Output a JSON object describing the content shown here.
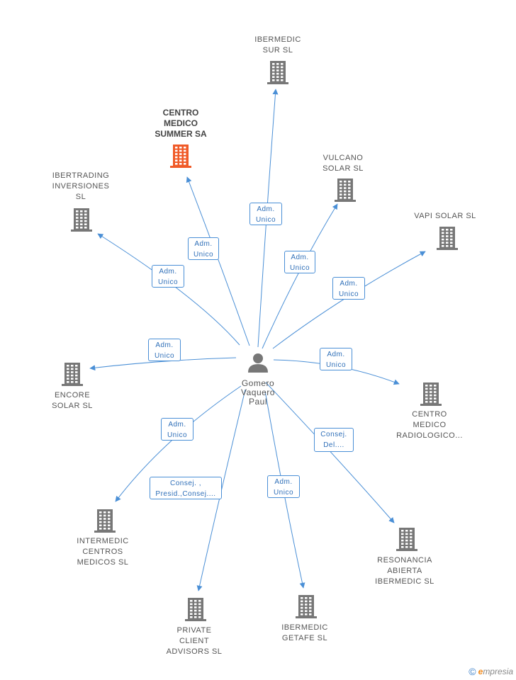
{
  "center": {
    "label": "Gomero\nVaquero\nPaul"
  },
  "colors": {
    "edge": "#4a8fd6",
    "building": "#777777",
    "highlight": "#f05a28",
    "person": "#777777"
  },
  "nodes": [
    {
      "id": "ibermedic-sur",
      "label": "IBERMEDIC\nSUR SL",
      "highlight": false,
      "edge_label": "Adm.\nUnico"
    },
    {
      "id": "centro-medico-summer",
      "label": "CENTRO\nMEDICO\nSUMMER SA",
      "highlight": true,
      "edge_label": "Adm.\nUnico"
    },
    {
      "id": "vulcano-solar",
      "label": "VULCANO\nSOLAR SL",
      "highlight": false,
      "edge_label": "Adm.\nUnico"
    },
    {
      "id": "ibertrading",
      "label": "IBERTRADING\nINVERSIONES\nSL",
      "highlight": false,
      "edge_label": "Adm.\nUnico"
    },
    {
      "id": "vapi-solar",
      "label": "VAPI SOLAR SL",
      "highlight": false,
      "edge_label": "Adm.\nUnico"
    },
    {
      "id": "encore-solar",
      "label": "ENCORE\nSOLAR SL",
      "highlight": false,
      "edge_label": "Adm.\nUnico"
    },
    {
      "id": "centro-medico-radiologico",
      "label": "CENTRO\nMEDICO\nRADIOLOGICO...",
      "highlight": false,
      "edge_label": "Adm.\nUnico"
    },
    {
      "id": "intermedic",
      "label": "INTERMEDIC\nCENTROS\nMEDICOS SL",
      "highlight": false,
      "edge_label": "Adm.\nUnico"
    },
    {
      "id": "resonancia",
      "label": "RESONANCIA\nABIERTA\nIBERMEDIC SL",
      "highlight": false,
      "edge_label": "Consej.\nDel...."
    },
    {
      "id": "private-client",
      "label": "PRIVATE\nCLIENT\nADVISORS SL",
      "highlight": false,
      "edge_label": "Consej. ,\nPresid.,Consej...."
    },
    {
      "id": "ibermedic-getafe",
      "label": "IBERMEDIC\nGETAFE SL",
      "highlight": false,
      "edge_label": "Adm.\nUnico"
    }
  ],
  "watermark": {
    "symbol": "©",
    "brand_initial": "e",
    "brand_rest": "mpresia"
  }
}
